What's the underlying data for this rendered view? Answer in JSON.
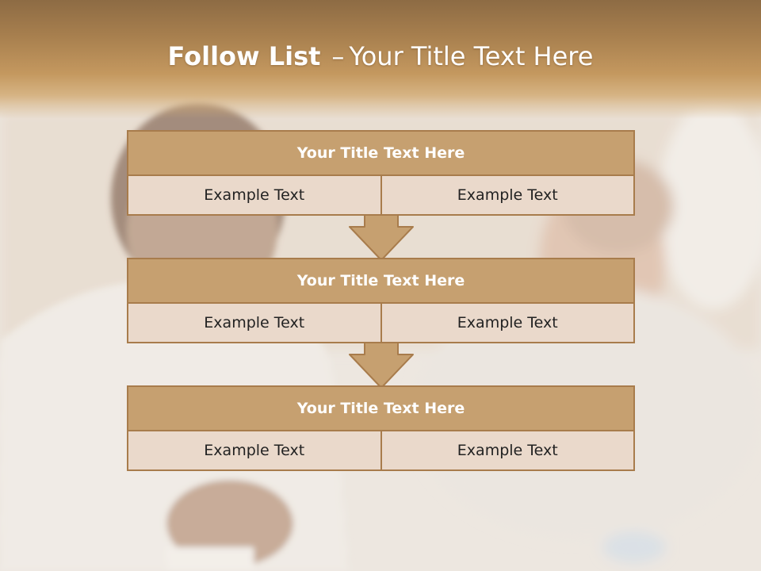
{
  "slide": {
    "title_bold": "Follow List",
    "title_separator": "–",
    "title_rest": "Your Title Text Here"
  },
  "blocks": [
    {
      "title": "Your Title Text Here",
      "left": "Example Text",
      "right": "Example Text"
    },
    {
      "title": "Your Title Text Here",
      "left": "Example Text",
      "right": "Example Text"
    },
    {
      "title": "Your Title Text Here",
      "left": "Example Text",
      "right": "Example Text"
    }
  ],
  "colors": {
    "band_dark": "#8d6b44",
    "header_fill": "#c6a070",
    "cell_fill": "#ead9cb",
    "border": "#a87c4c",
    "arrow_fill": "#c6a070"
  },
  "icons": {
    "arrow": "down-arrow-icon"
  }
}
